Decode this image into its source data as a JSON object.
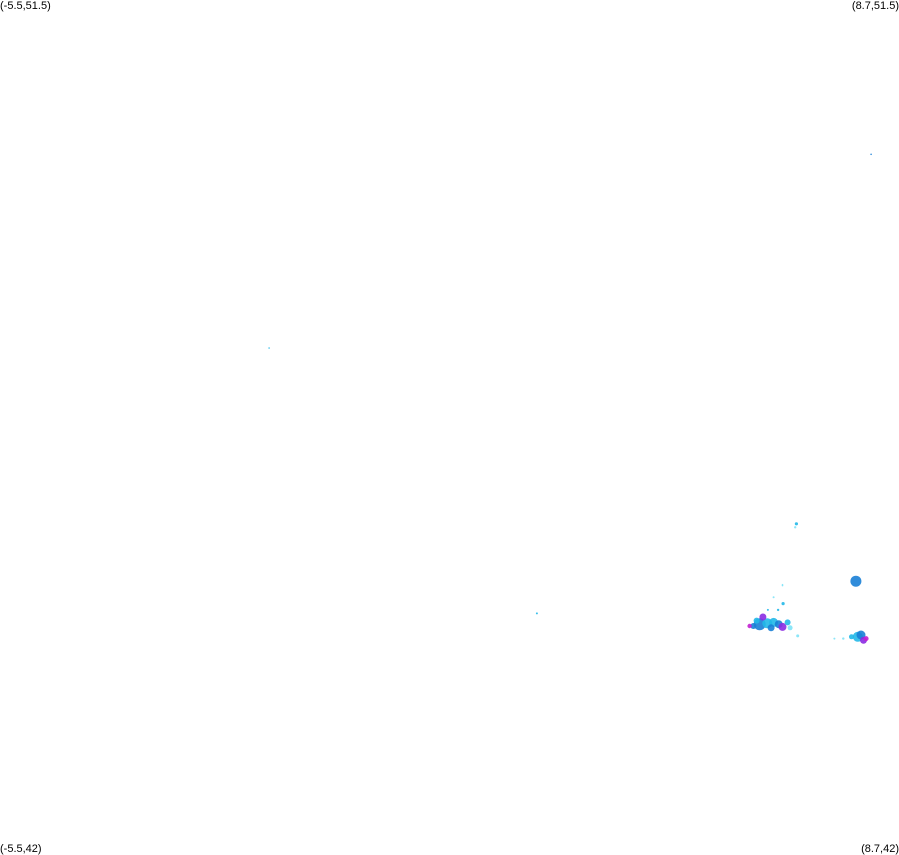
{
  "corners": {
    "top_left": "(-5.5,51.5)",
    "top_right": "(8.7,51.5)",
    "bottom_left": "(-5.5,42)",
    "bottom_right": "(8.7,42)"
  },
  "extent": {
    "lon_min": -5.5,
    "lon_max": 8.7,
    "lat_min": 42,
    "lat_max": 51.5
  },
  "colors": {
    "light": "#7fe3f7",
    "cyan": "#22b8e8",
    "blue": "#1a7fd6",
    "purple": "#8a2be2",
    "magenta": "#c21fd0"
  },
  "cells": [
    {
      "lon": 8.26,
      "lat": 49.78,
      "r": 0.8,
      "level": "blue"
    },
    {
      "lon": -1.25,
      "lat": 47.62,
      "r": 0.8,
      "level": "cyan"
    },
    {
      "lon": 7.08,
      "lat": 45.66,
      "r": 1.6,
      "level": "cyan"
    },
    {
      "lon": 7.06,
      "lat": 45.62,
      "r": 1.2,
      "level": "light"
    },
    {
      "lon": 8.02,
      "lat": 45.02,
      "r": 5.5,
      "level": "blue"
    },
    {
      "lon": 6.86,
      "lat": 44.98,
      "r": 0.8,
      "level": "light"
    },
    {
      "lon": 6.86,
      "lat": 44.97,
      "r": 0.8,
      "level": "light"
    },
    {
      "lon": 6.72,
      "lat": 44.84,
      "r": 1.0,
      "level": "light"
    },
    {
      "lon": 6.87,
      "lat": 44.77,
      "r": 1.6,
      "level": "cyan"
    },
    {
      "lon": 6.79,
      "lat": 44.7,
      "r": 1.2,
      "level": "cyan"
    },
    {
      "lon": 6.63,
      "lat": 44.7,
      "r": 1.0,
      "level": "cyan"
    },
    {
      "lon": 2.98,
      "lat": 44.66,
      "r": 1.0,
      "level": "cyan"
    },
    {
      "lon": 6.5,
      "lat": 44.54,
      "r": 6.0,
      "level": "blue"
    },
    {
      "lon": 6.62,
      "lat": 44.55,
      "r": 5.0,
      "level": "cyan"
    },
    {
      "lon": 6.72,
      "lat": 44.56,
      "r": 4.5,
      "level": "cyan"
    },
    {
      "lon": 6.8,
      "lat": 44.54,
      "r": 4.0,
      "level": "blue"
    },
    {
      "lon": 6.55,
      "lat": 44.62,
      "r": 3.5,
      "level": "purple"
    },
    {
      "lon": 6.45,
      "lat": 44.58,
      "r": 3.0,
      "level": "cyan"
    },
    {
      "lon": 6.4,
      "lat": 44.52,
      "r": 3.0,
      "level": "blue"
    },
    {
      "lon": 6.34,
      "lat": 44.52,
      "r": 2.2,
      "level": "magenta"
    },
    {
      "lon": 6.68,
      "lat": 44.5,
      "r": 3.5,
      "level": "blue"
    },
    {
      "lon": 6.86,
      "lat": 44.51,
      "r": 4.0,
      "level": "purple"
    },
    {
      "lon": 6.94,
      "lat": 44.56,
      "r": 3.0,
      "level": "cyan"
    },
    {
      "lon": 6.98,
      "lat": 44.5,
      "r": 2.5,
      "level": "light"
    },
    {
      "lon": 7.1,
      "lat": 44.41,
      "r": 1.5,
      "level": "light"
    },
    {
      "lon": 7.68,
      "lat": 44.38,
      "r": 1.0,
      "level": "light"
    },
    {
      "lon": 7.82,
      "lat": 44.38,
      "r": 1.2,
      "level": "light"
    },
    {
      "lon": 7.95,
      "lat": 44.4,
      "r": 2.5,
      "level": "cyan"
    },
    {
      "lon": 8.05,
      "lat": 44.4,
      "r": 5.0,
      "level": "cyan"
    },
    {
      "lon": 8.1,
      "lat": 44.42,
      "r": 4.5,
      "level": "blue"
    },
    {
      "lon": 8.14,
      "lat": 44.36,
      "r": 3.5,
      "level": "purple"
    },
    {
      "lon": 8.18,
      "lat": 44.38,
      "r": 2.5,
      "level": "magenta"
    }
  ]
}
